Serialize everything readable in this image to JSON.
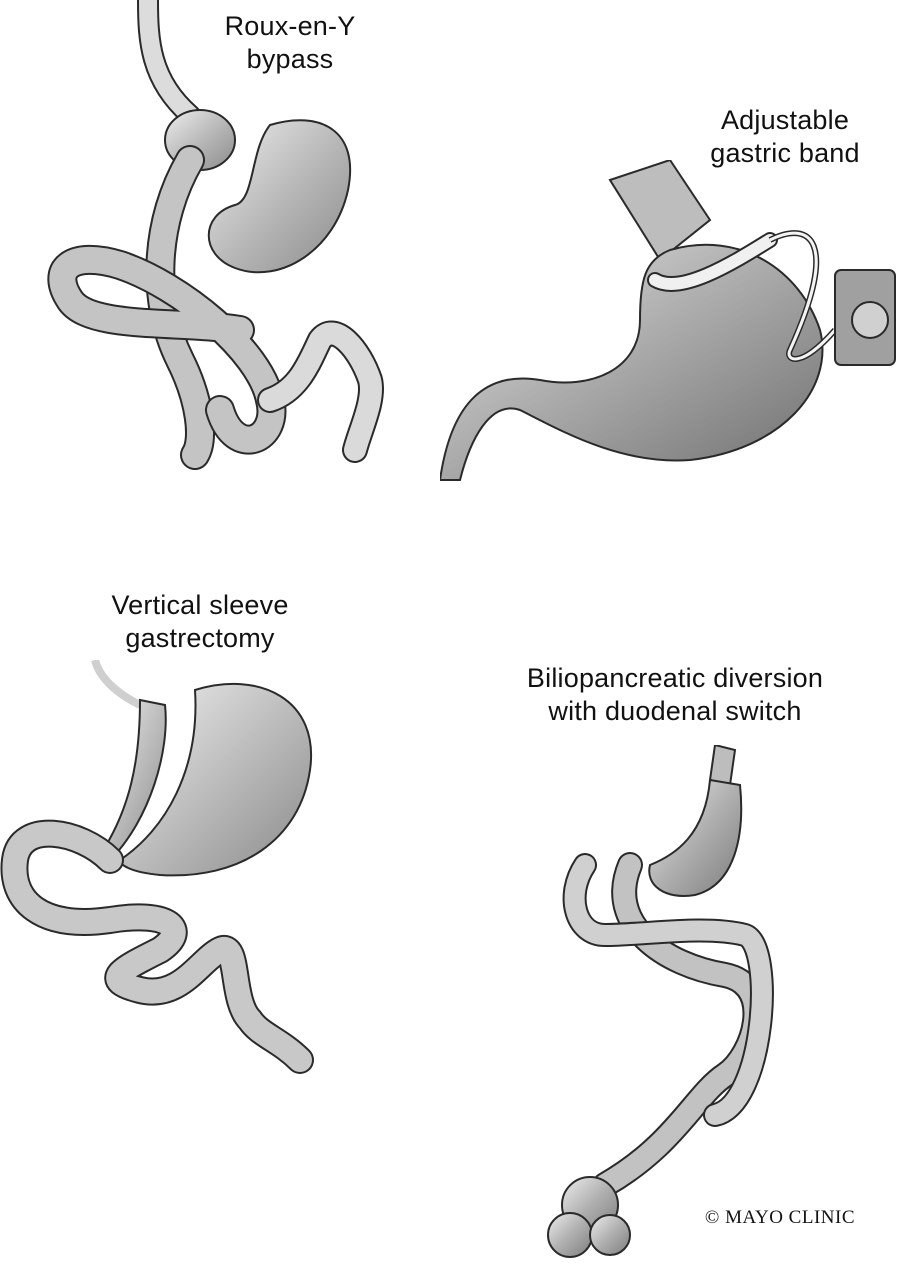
{
  "procedures": [
    {
      "id": "roux-en-y",
      "title_lines": [
        "Roux-en-Y",
        "bypass"
      ]
    },
    {
      "id": "gastric-band",
      "title_lines": [
        "Adjustable",
        "gastric band"
      ]
    },
    {
      "id": "sleeve",
      "title_lines": [
        "Vertical sleeve",
        "gastrectomy"
      ]
    },
    {
      "id": "duodenal-switch",
      "title_lines": [
        "Biliopancreatic diversion",
        "with duodenal switch"
      ]
    }
  ],
  "copyright": "© MAYO CLINIC",
  "colors": {
    "organ_fill": "#b8b8b8",
    "organ_light": "#e6e6e6",
    "outline": "#2a2a2a",
    "background": "#ffffff"
  }
}
